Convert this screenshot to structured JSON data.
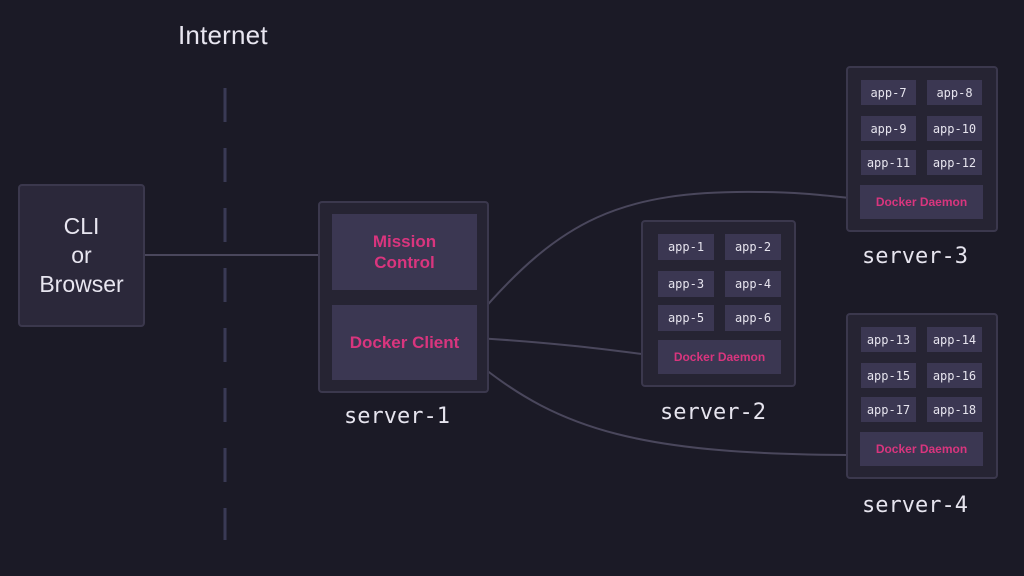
{
  "internet_label": "Internet",
  "client": {
    "lines": [
      "CLI",
      "or",
      "Browser"
    ]
  },
  "server1": {
    "label": "server-1",
    "mission_control": [
      "Mission",
      "Control"
    ],
    "docker_client": "Docker Client"
  },
  "server2": {
    "label": "server-2",
    "apps": [
      "app-1",
      "app-2",
      "app-3",
      "app-4",
      "app-5",
      "app-6"
    ],
    "daemon": "Docker Daemon"
  },
  "server3": {
    "label": "server-3",
    "apps": [
      "app-7",
      "app-8",
      "app-9",
      "app-10",
      "app-11",
      "app-12"
    ],
    "daemon": "Docker Daemon"
  },
  "server4": {
    "label": "server-4",
    "apps": [
      "app-13",
      "app-14",
      "app-15",
      "app-16",
      "app-17",
      "app-18"
    ],
    "daemon": "Docker Daemon"
  },
  "colors": {
    "background": "#1b1a26",
    "box": "#2b283a",
    "panel": "#3b3752",
    "accent": "#d9357e",
    "line": "#4a475c"
  }
}
